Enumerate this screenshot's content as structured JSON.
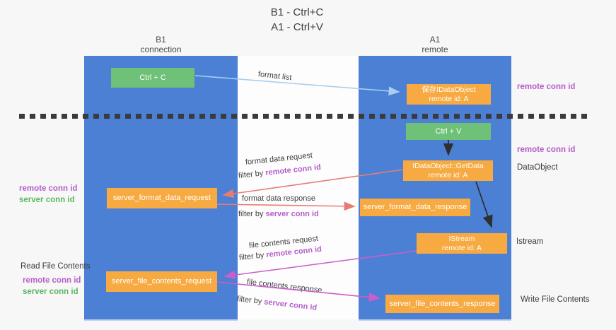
{
  "title": {
    "line1": "B1 - Ctrl+C",
    "line2": "A1 - Ctrl+V"
  },
  "columns": {
    "left": {
      "header_line1": "B1",
      "header_line2": "connection"
    },
    "right": {
      "header_line1": "A1",
      "header_line2": "remote"
    }
  },
  "nodes": {
    "ctrl_c": "Ctrl + C",
    "ctrl_v": "Ctrl + V",
    "saved_dataobject": {
      "line1": "保存IDataObject",
      "line2": "remote id: A"
    },
    "getdata": {
      "line1": "IDataObject::GetData",
      "line2": "remote id: A"
    },
    "istream": {
      "line1": "IStream",
      "line2": "remote id: A"
    },
    "server_format_data_request": "server_format_data_request",
    "server_format_data_response": "server_format_data_response",
    "server_file_contents_request": "server_file_contents_request",
    "server_file_contents_response": "server_file_contents_response"
  },
  "flow_labels": {
    "format_list": "format list",
    "format_data_request": "format data request",
    "format_data_response": "format data response",
    "file_contents_request": "file contents request",
    "file_contents_response": "file contents response",
    "filter_by": "filter by",
    "remote_conn_id": "remote conn id",
    "server_conn_id": "server conn id"
  },
  "side_labels": {
    "right_remote_top": "remote conn id",
    "right_remote_mid": "remote conn id",
    "dataobject": "DataObject",
    "istream": "Istream",
    "write_file_contents": "Write File Contents",
    "left_remote_top": "remote conn id",
    "left_server_top": "server conn id",
    "read_file_contents": "Read File Contents",
    "left_remote_bottom": "remote conn id",
    "left_server_bottom": "server conn id"
  },
  "colors": {
    "column_blue": "#4b80d5",
    "box_orange": "#f7aa41",
    "box_green": "#6ec177",
    "arrow_light_blue": "#a8cfef",
    "arrow_red": "#e87c74",
    "arrow_magenta": "#cb5ecb",
    "arrow_black": "#2f2f2f",
    "label_purple": "#b55ec9",
    "label_green": "#5cb661"
  }
}
